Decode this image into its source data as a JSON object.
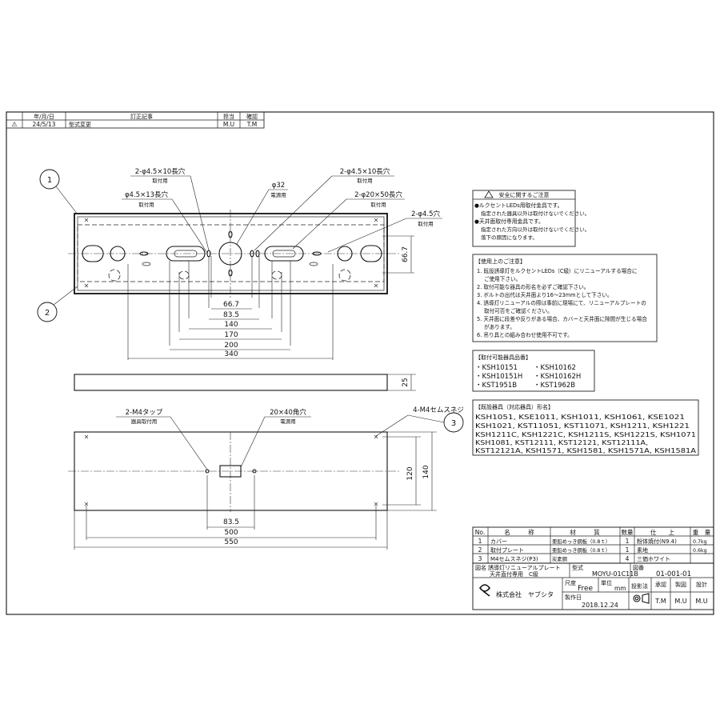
{
  "revision_table": {
    "headers": [
      "年/月/日",
      "訂正記事",
      "担当",
      "確認"
    ],
    "rows": [
      {
        "mark": "⚠",
        "date": "24/5/13",
        "text": "型式変更",
        "by": "M.U",
        "check": "T.M"
      }
    ]
  },
  "balloons": [
    "1",
    "2",
    "3"
  ],
  "top_view": {
    "callouts": [
      {
        "label": "2-φ4.5×10長穴",
        "sub": "取付用"
      },
      {
        "label": "φ4.5×13長穴",
        "sub": "取付用"
      },
      {
        "label": "φ32",
        "sub": "電源用"
      },
      {
        "label": "2-φ4.5×10長穴",
        "sub": "取付用"
      },
      {
        "label": "2-φ20×50長穴",
        "sub": "取付用"
      },
      {
        "label": "2-φ4.5穴",
        "sub": "取付用"
      }
    ],
    "dims": [
      "66.7",
      "83.5",
      "140",
      "170",
      "200",
      "340",
      "66.7"
    ]
  },
  "side_view": {
    "dim": "25"
  },
  "plate_view": {
    "callouts": [
      {
        "label": "2-M4タップ",
        "sub": "器具取付用"
      },
      {
        "label": "20×40角穴",
        "sub": "電源用"
      },
      {
        "label": "4-M4セムスネジ",
        "sub": ""
      }
    ],
    "dims": [
      "83.5",
      "500",
      "550",
      "120",
      "140"
    ]
  },
  "safety": {
    "title": "安全に関するご注意",
    "lines": [
      "●ルクセントLEDs用取付金具です。",
      "指定された器具以外は取付けないでください。",
      "●天井面取付専用金具です。",
      "指定された方向以外は取付けないでください。",
      "落下の原因になります。"
    ]
  },
  "usage": {
    "title": "【使用上のご注意】",
    "lines": [
      "1. 既設誘導灯をルクセントLEDs（C級）にリニューアルする場合に",
      "ご使用下さい。",
      "2. 取付可能な器具の形名を必ずご確認下さい。",
      "3. ボルトの出代は天井面より16～23mmとして下さい。",
      "4. 誘導灯リニューアルの際は事前に現場にて、リニューアルプレートの",
      "取付可否をご確認ください。",
      "5. 天井面に段差や反りがある場合、カバーと天井面に隙間が生じる場合",
      "があります。",
      "6. 吊り具との組み合わせ使用不可です。"
    ]
  },
  "compatible": {
    "title": "【取付可能器具品番】",
    "col1": [
      "・KSH10151",
      "・KSH10151H",
      "・KST1951B"
    ],
    "col2": [
      "・KSH10162",
      "・KSH10162H",
      "・KST1962B"
    ]
  },
  "existing": {
    "title": "【既設器具（対応器具）形名】",
    "lines": [
      "KSH1051, KSE1011, KSH1011, KSH1061, KSE1021",
      "KSH1021, KST11051, KST11071, KSH1211, KSH1221",
      "KSH1211C, KSH1221C, KSH1211S, KSH1221S, KSH1071",
      "KSH1081, KST12111, KST12121, KST12111A,",
      "KST12121A, KSH1571, KSH1581, KSH1571A, KSH1581A"
    ]
  },
  "parts_table": {
    "headers": [
      "No.",
      "名　　　称",
      "材　　　質",
      "数量",
      "仕　　上",
      "重　量"
    ],
    "rows": [
      {
        "no": "1",
        "name": "カバー",
        "material": "亜鉛めっき鋼板（0.8ｔ）",
        "qty": "1",
        "finish": "粉体焼付(N9.4)",
        "weight": "0.7kg"
      },
      {
        "no": "2",
        "name": "取付プレート",
        "material": "亜鉛めっき鋼板（0.8ｔ）",
        "qty": "1",
        "finish": "素地",
        "weight": "0.6kg"
      },
      {
        "no": "3",
        "name": "M4セムスネジ(P3)",
        "material": "炭素鋼",
        "qty": "4",
        "finish": "三価ホワイト",
        "weight": ""
      }
    ]
  },
  "title_block": {
    "name_label": "図名",
    "name_line1": "誘導灯リニューアルプレート",
    "name_line2": "天井直付専用　C級",
    "model_label": "型式",
    "model": "MOYU-01C11B",
    "drawing_no_label": "図番",
    "drawing_no": "01-001-01",
    "company": "株式会社　ヤブシタ",
    "scale_label": "尺度",
    "scale": "Free",
    "unit_label": "単位",
    "unit": "mm",
    "projection_label": "投影法",
    "made_label": "製作日",
    "date": "2018.12.24",
    "approve_label": "承認",
    "draw_label": "製図",
    "design_label": "設計",
    "approve": "T.M",
    "draw": "M.U",
    "design": "M.U"
  }
}
